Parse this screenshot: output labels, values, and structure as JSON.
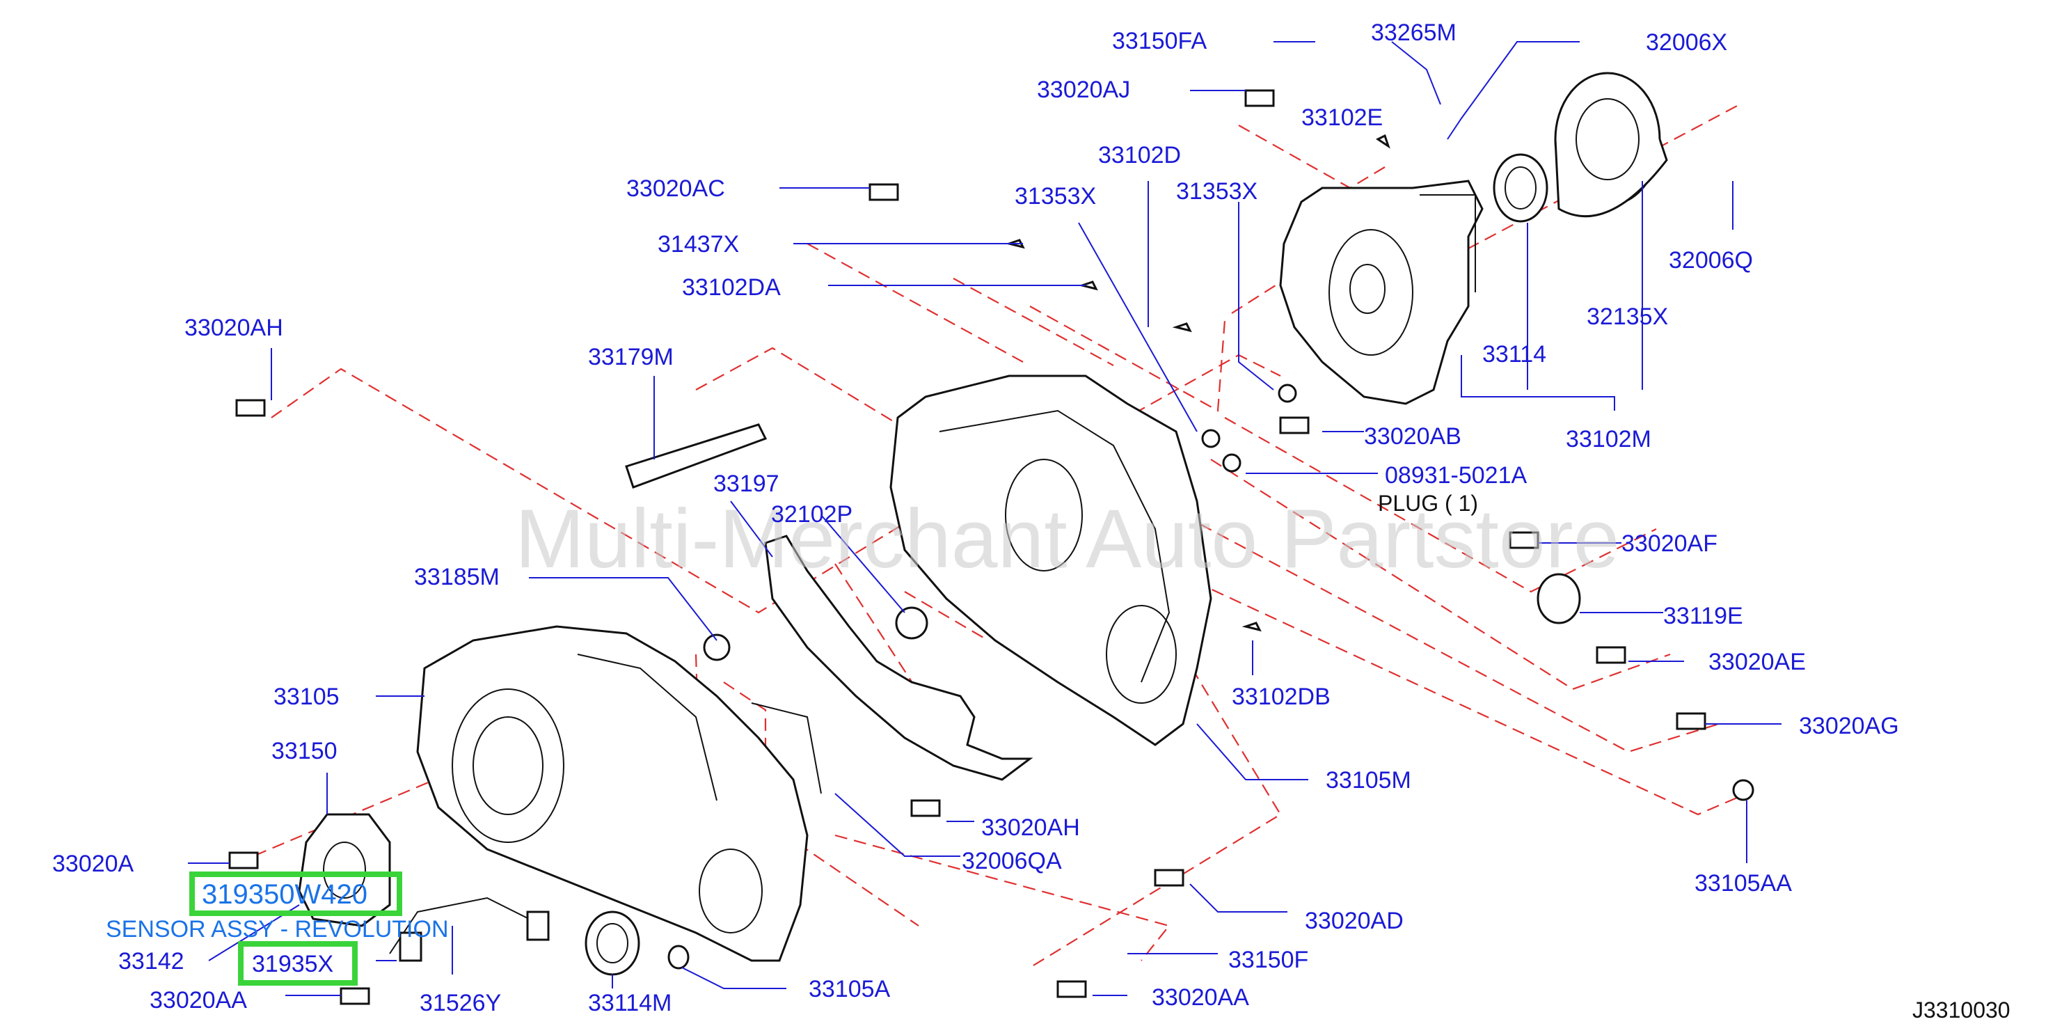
{
  "watermark": "Multi-Merchant Auto Partstore",
  "diagram_code": "J3310030",
  "highlight": {
    "part_number": "319350W420",
    "description": "SENSOR ASSY - REVOLUTION",
    "secondary": "31935X"
  },
  "plug_note": {
    "number": "08931-5021A",
    "text": "PLUG    ( 1)"
  },
  "labels": {
    "l_33150FA": "33150FA",
    "l_33265M": "33265M",
    "l_32006X": "32006X",
    "l_33020AJ": "33020AJ",
    "l_33102E": "33102E",
    "l_33102D": "33102D",
    "l_33020AC": "33020AC",
    "l_31353X_a": "31353X",
    "l_31353X_b": "31353X",
    "l_32006Q": "32006Q",
    "l_31437X": "31437X",
    "l_33102DA": "33102DA",
    "l_32135X": "32135X",
    "l_33020AH_top": "33020AH",
    "l_33114": "33114",
    "l_33179M": "33179M",
    "l_33020AB": "33020AB",
    "l_33102M": "33102M",
    "l_33197": "33197",
    "l_32102P": "32102P",
    "l_33020AF": "33020AF",
    "l_33185M": "33185M",
    "l_33119E": "33119E",
    "l_33020AE": "33020AE",
    "l_33105": "33105",
    "l_33102DB": "33102DB",
    "l_33020AG": "33020AG",
    "l_33150": "33150",
    "l_33105M": "33105M",
    "l_33020A": "33020A",
    "l_33020AH_mid": "33020AH",
    "l_32006QA": "32006QA",
    "l_33105AA": "33105AA",
    "l_33142": "33142",
    "l_33020AD": "33020AD",
    "l_33150F": "33150F",
    "l_33020AA_left": "33020AA",
    "l_31526Y": "31526Y",
    "l_33114M": "33114M",
    "l_33105A": "33105A",
    "l_33020AA_bottom": "33020AA"
  },
  "colors": {
    "label_blue": "#1a1ad6",
    "dash_red": "#e03030",
    "highlight_green": "#3ad43a",
    "highlight_text": "#1a73e8"
  }
}
